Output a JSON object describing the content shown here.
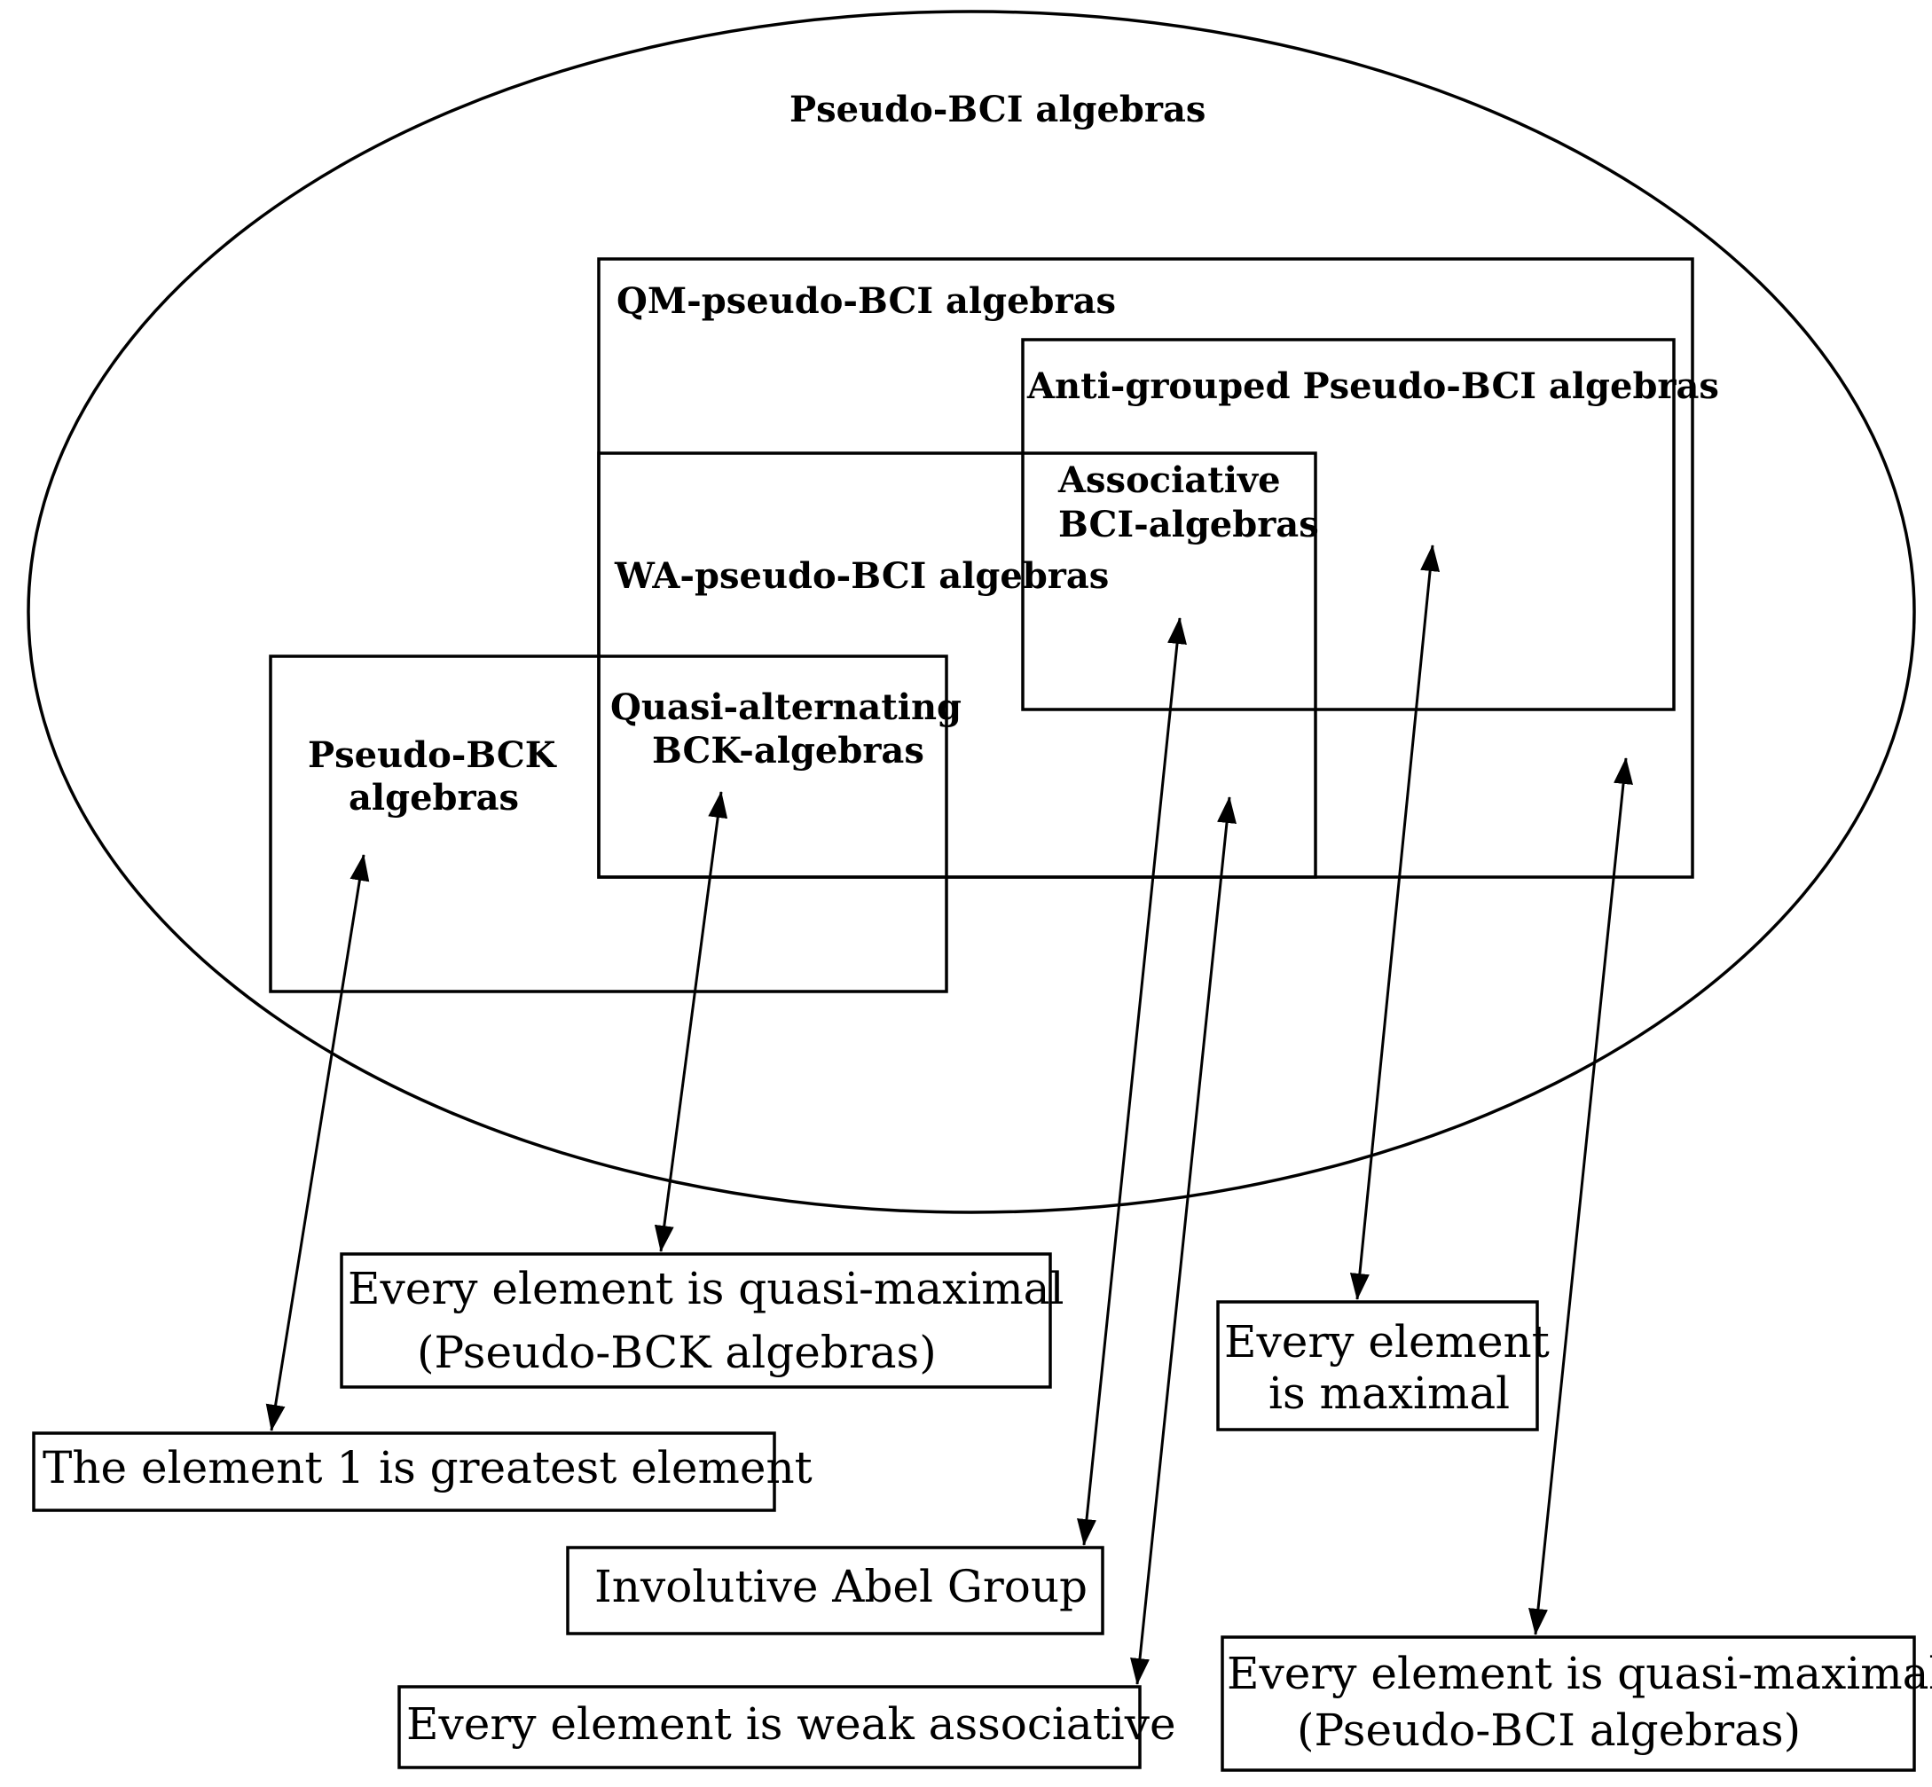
{
  "colors": {
    "stroke": "#000000",
    "background": "#ffffff"
  },
  "regions": {
    "pseudo_bci": "Pseudo-BCI algebras",
    "qm_pseudo_bci": "QM-pseudo-BCI algebras",
    "anti_grouped": "Anti-grouped Pseudo-BCI algebras",
    "associative_bci": [
      "Associative",
      "BCI-algebras"
    ],
    "wa_pseudo_bci": "WA-pseudo-BCI algebras",
    "quasi_alternating_bck": [
      "Quasi-alternating",
      "BCK-algebras"
    ],
    "pseudo_bck": [
      "Pseudo-BCK",
      "algebras"
    ]
  },
  "properties": {
    "quasi_maximal_bck": [
      "Every element is quasi-maximal",
      "(Pseudo-BCK algebras)"
    ],
    "greatest_element": "The element 1 is greatest element",
    "involutive_abel": "Involutive Abel Group",
    "weak_associative": "Every element is weak associative",
    "maximal": [
      "Every element",
      "is maximal"
    ],
    "quasi_maximal_bci": [
      "Every element is quasi-maximal",
      "(Pseudo-BCI algebras)"
    ]
  }
}
